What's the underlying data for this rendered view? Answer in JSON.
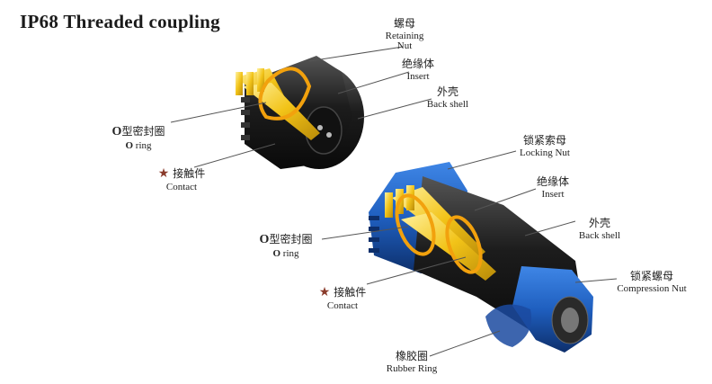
{
  "title": "IP68 Threaded coupling",
  "top_connector": {
    "retaining_nut": {
      "zh": "螺母",
      "en": "Retaining Nut"
    },
    "insert": {
      "zh": "绝缘体",
      "en": "Insert"
    },
    "back_shell": {
      "zh": "外壳",
      "en": "Back shell"
    },
    "o_ring": {
      "prefix": "O",
      "zh": "型密封圈",
      "en_prefix": "O",
      "en": " ring"
    },
    "contact": {
      "star": "★",
      "zh": "接触件",
      "en": "Contact"
    }
  },
  "bottom_connector": {
    "locking_nut": {
      "zh": "锁紧索母",
      "en": "Locking Nut"
    },
    "insert": {
      "zh": "绝缘体",
      "en": "Insert"
    },
    "back_shell": {
      "zh": "外壳",
      "en": "Back shell"
    },
    "compression_nut": {
      "zh": "锁紧螺母",
      "en": "Compression Nut"
    },
    "o_ring": {
      "prefix": "O",
      "zh": "型密封圈",
      "en_prefix": "O",
      "en": " ring"
    },
    "contact": {
      "star": "★",
      "zh": "接触件",
      "en": "Contact"
    },
    "rubber_ring": {
      "zh": "橡胶圈",
      "en": "Rubber Ring"
    }
  },
  "colors": {
    "shell_black": "#1c1c1c",
    "blue_nut": "#1f5fbf",
    "gold": "#f2c318",
    "leader_line": "#555555",
    "star": "#8a3b2b"
  }
}
